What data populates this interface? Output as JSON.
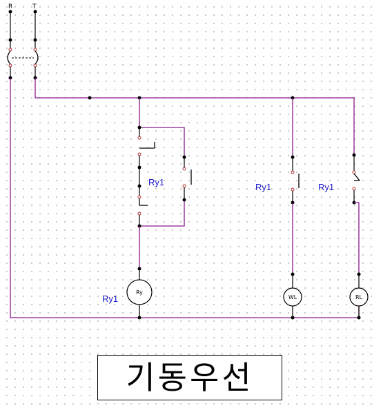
{
  "title": "기동우선",
  "terminals": {
    "r": "R",
    "t": "T"
  },
  "relay_labels": {
    "self_hold": "Ry1",
    "coil": "Ry1",
    "lamp_wl": "Ry1",
    "lamp_rl": "Ry1"
  },
  "components": {
    "relay_coil": "Ry",
    "lamp_white": "WL",
    "lamp_red": "RL"
  },
  "colors": {
    "wire": "#8b1a8b",
    "relay_text": "#1a1acc"
  }
}
